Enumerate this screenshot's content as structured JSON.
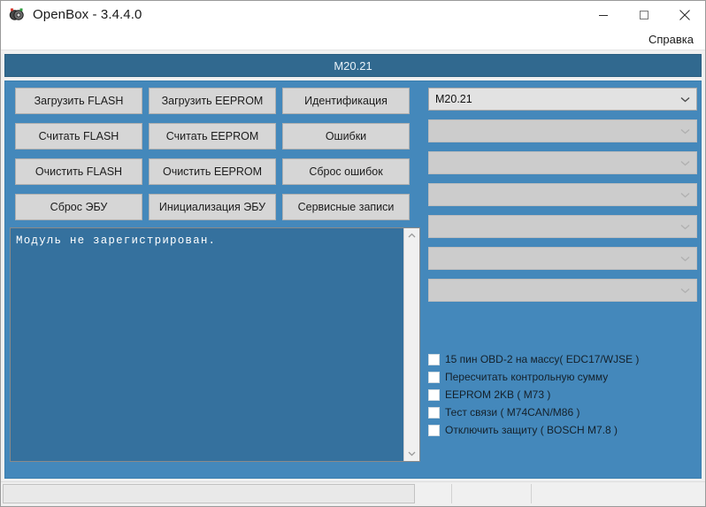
{
  "window": {
    "title": "OpenBox - 3.4.4.0",
    "icon": "openbox-app-icon",
    "controls": {
      "minimize": "minimize-icon",
      "maximize": "maximize-icon",
      "close": "close-icon"
    }
  },
  "menubar": {
    "items": [
      {
        "label": "Справка"
      }
    ]
  },
  "header": {
    "model": "M20.21"
  },
  "buttons": [
    {
      "label": "Загрузить FLASH"
    },
    {
      "label": "Загрузить EEPROM"
    },
    {
      "label": "Идентификация"
    },
    {
      "label": "Считать FLASH"
    },
    {
      "label": "Считать EEPROM"
    },
    {
      "label": "Ошибки"
    },
    {
      "label": "Очистить FLASH"
    },
    {
      "label": "Очистить EEPROM"
    },
    {
      "label": "Сброс ошибок"
    },
    {
      "label": "Сброс ЭБУ"
    },
    {
      "label": "Инициализация ЭБУ"
    },
    {
      "label": "Сервисные записи"
    }
  ],
  "log": {
    "text": "Модуль не зарегистрирован.",
    "scrollbar": {
      "up": "scroll-up-arrow-icon",
      "down": "scroll-down-arrow-icon"
    }
  },
  "combos": [
    {
      "value": "M20.21",
      "enabled": true
    },
    {
      "value": "",
      "enabled": false
    },
    {
      "value": "",
      "enabled": false
    },
    {
      "value": "",
      "enabled": false
    },
    {
      "value": "",
      "enabled": false
    },
    {
      "value": "",
      "enabled": false
    },
    {
      "value": "",
      "enabled": false
    }
  ],
  "checkboxes": [
    {
      "label": "15 пин OBD-2 на массу( EDC17/WJSE )",
      "checked": false
    },
    {
      "label": "Пересчитать контрольную сумму",
      "checked": false
    },
    {
      "label": "EEPROM 2KB ( M73 )",
      "checked": false
    },
    {
      "label": "Тест связи ( M74CAN/M86 )",
      "checked": false
    },
    {
      "label": "Отключить защиту ( BOSCH M7.8 )",
      "checked": false
    }
  ],
  "statusbar": {
    "panel_main": "",
    "panel_1": "",
    "panel_2": "",
    "panel_3": ""
  },
  "colors": {
    "panel_blue": "#4488bb",
    "header_blue": "#31698f",
    "log_blue": "#35719e",
    "button_face": "#d6d6d6",
    "window_bg": "#f0f0f0"
  }
}
